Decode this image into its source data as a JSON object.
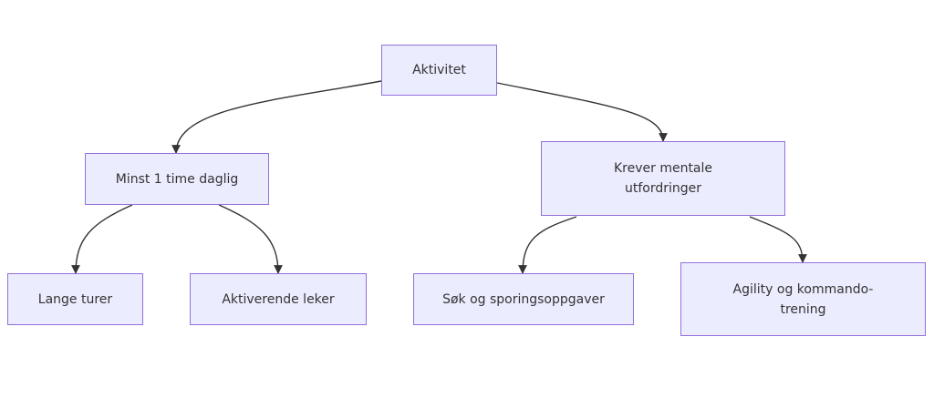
{
  "colors": {
    "node_fill": "#ececff",
    "node_border": "#9370db",
    "edge": "#333333",
    "text": "#333333"
  },
  "nodes": {
    "root": {
      "label": "Aktivitet"
    },
    "daily": {
      "label": "Minst 1 time daglig"
    },
    "mental": {
      "label": "Krever mentale\nutfordringer"
    },
    "walks": {
      "label": "Lange turer"
    },
    "games": {
      "label": "Aktiverende leker"
    },
    "search": {
      "label": "Søk og sporingsoppgaver"
    },
    "agility": {
      "label": "Agility og kommando-\ntrening"
    }
  },
  "edges": [
    {
      "from": "root",
      "to": "daily"
    },
    {
      "from": "root",
      "to": "mental"
    },
    {
      "from": "daily",
      "to": "walks"
    },
    {
      "from": "daily",
      "to": "games"
    },
    {
      "from": "mental",
      "to": "search"
    },
    {
      "from": "mental",
      "to": "agility"
    }
  ]
}
